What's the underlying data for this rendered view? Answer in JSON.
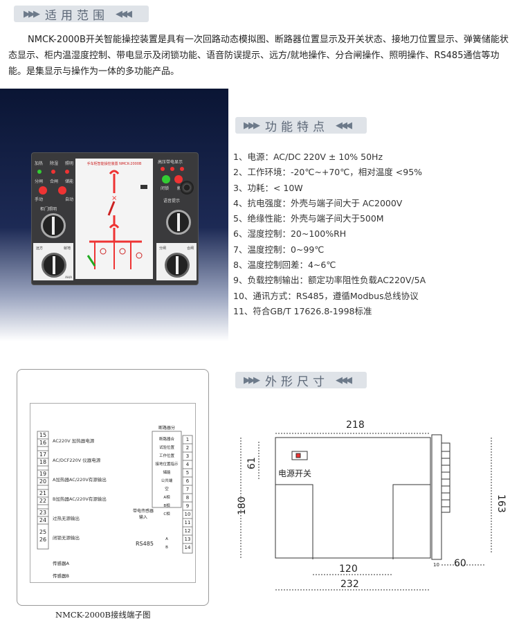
{
  "section1": {
    "title": "适用范围",
    "arrows_left": "▶▶▶",
    "arrows_right": "◀◀◀"
  },
  "intro": "NMCK-2000B开关智能操控装置是具有一次回路动态模拟图、断路器位置显示及开关状态、接地刀位置显示、弹簧储能状态显示、柜内温湿度控制、带电显示及闭锁功能、语音防误提示、远方/就地操作、分合闸操作、照明操作、RS485通信等功能。是集显示与操作为一体的多功能产品。",
  "section2": {
    "title": "功能特点",
    "arrows_left": "▶▶▶",
    "arrows_right": "◀◀◀"
  },
  "features": [
    "1、电源：AC/DC 220V ± 10% 50Hz",
    "2、工作环境：-20℃~+70℃，相对温度 <95%",
    "3、功耗：< 10W",
    "4、抗电强度：外壳与端子间大于 AC2000V",
    "5、绝缘性能：外壳与端子间大于500M",
    "6、湿度控制：20~100%RH",
    "7、温度控制：0~99℃",
    "8、温度控制回差：4~6℃",
    "9、负载控制输出：额定功率阻性负载AC220V/5A",
    "10、通讯方式：RS485，遵循Modbus总线协议",
    "11、符合GB/T 17626.8-1998标准"
  ],
  "section3": {
    "title": "外形尺寸",
    "arrows_left": "▶▶▶",
    "arrows_right": "◀◀◀"
  },
  "device": {
    "screen_title": "手车柜智能操控装置 NMCK-2000B",
    "right_title": "高压带电显示",
    "left_labels": [
      "加热",
      "除湿",
      "照明"
    ],
    "left_labels2": [
      "分闸",
      "合闸",
      "储能"
    ],
    "btn_manual": "手动",
    "btn_auto": "自动",
    "knob_label": "柜门照明",
    "voice_label": "语音提示",
    "right_btn_labels": [
      "闭锁",
      "解除"
    ],
    "left_switch_labels": [
      "远方",
      "就地"
    ],
    "right_switch_labels": [
      "分闸",
      "合闸"
    ],
    "rating": "AH/A"
  },
  "wiring": {
    "caption": "NMCK-2000B接线端子图",
    "left_terminals": [
      {
        "nums": [
          "15",
          "16"
        ],
        "label": "AC220V 加热器电源"
      },
      {
        "nums": [
          "17",
          "18"
        ],
        "label": "AC/DCF220V 仪器电源"
      },
      {
        "nums": [
          "19",
          "20"
        ],
        "label": "A加热器AC/220V有源输出"
      },
      {
        "nums": [
          "21",
          "22"
        ],
        "label": "B加热器AC/220V有源输出"
      },
      {
        "nums": [
          "23",
          "24"
        ],
        "label": "过热无源输出"
      },
      {
        "nums": [
          "25",
          "26"
        ],
        "label": "闭锁无源输出"
      }
    ],
    "sensors": [
      "传感器A",
      "传感器B"
    ],
    "right_header": "断路器分",
    "right_terminals": [
      {
        "num": "1",
        "label": "断路器合"
      },
      {
        "num": "2",
        "label": "试验位置"
      },
      {
        "num": "3",
        "label": "工作位置"
      },
      {
        "num": "4",
        "label": "接地位置指示"
      },
      {
        "num": "5",
        "label": "储能"
      },
      {
        "num": "6",
        "label": "公共端"
      },
      {
        "num": "7",
        "label": "空"
      },
      {
        "num": "8",
        "label": "A相"
      },
      {
        "num": "9",
        "label": "B相"
      },
      {
        "num": "10",
        "label": "C相"
      },
      {
        "num": "11",
        "label": ""
      },
      {
        "num": "12",
        "label": ""
      },
      {
        "num": "13",
        "label": "A"
      },
      {
        "num": "14",
        "label": "B"
      }
    ],
    "sensor_input_label": "带电传感器输入",
    "rs485_label": "RS485"
  },
  "dimensions": {
    "w_top": "218",
    "h_left": "180",
    "h_small": "61",
    "power_switch": "电源开关",
    "w_bottom_inner": "120",
    "w_bottom": "232",
    "h_side": "163",
    "w_side": "60",
    "side_small": "10"
  }
}
